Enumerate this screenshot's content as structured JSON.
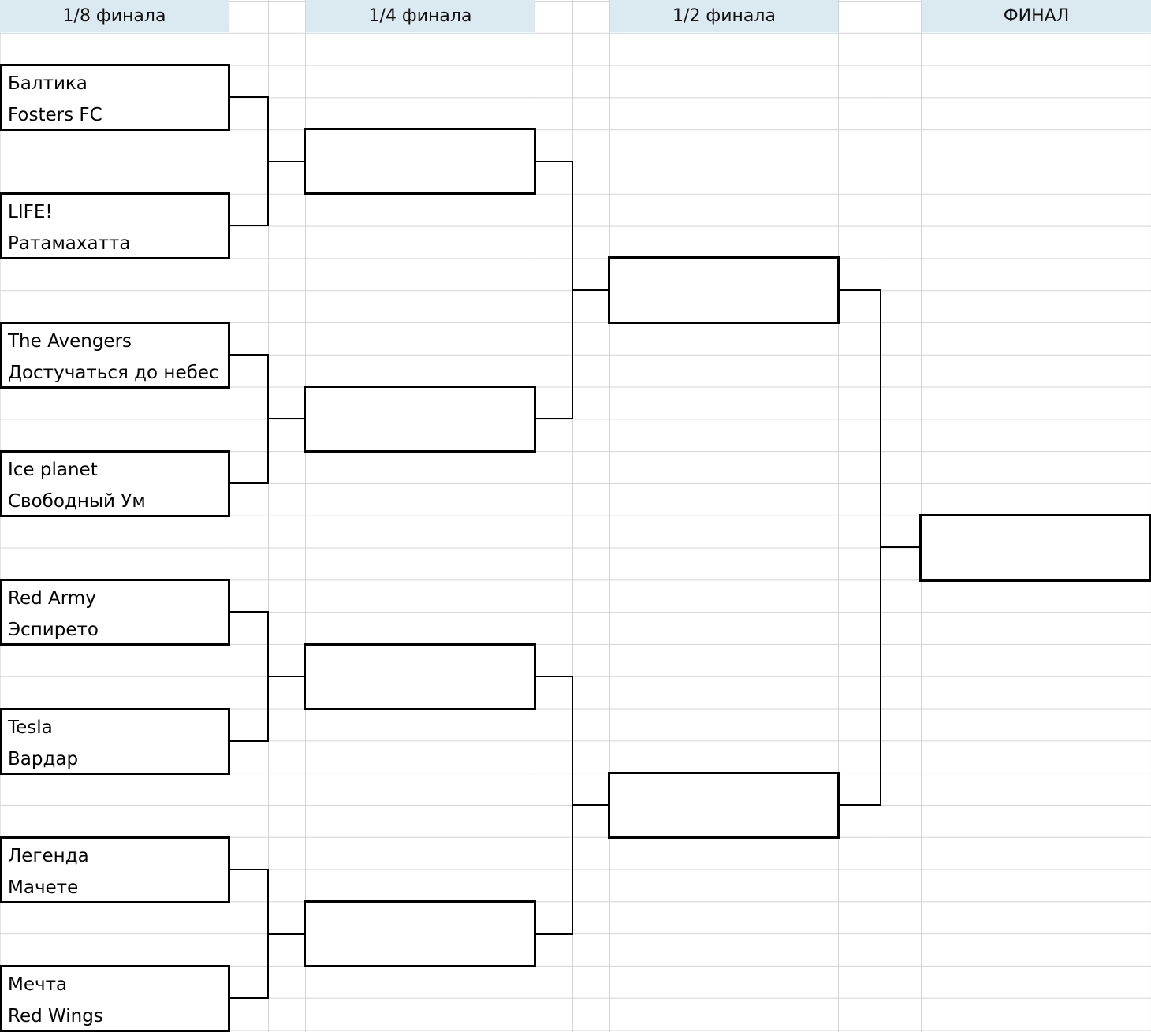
{
  "rounds": [
    {
      "label": "1/8 финала"
    },
    {
      "label": "1/4 финала"
    },
    {
      "label": "1/2 финала"
    },
    {
      "label": "ФИНАЛ"
    }
  ],
  "round_of_16": [
    {
      "team_a": "Балтика",
      "team_b": "Fosters FC"
    },
    {
      "team_a": "LIFE!",
      "team_b": "Ратамахатта"
    },
    {
      "team_a": "The Avengers",
      "team_b": "Достучаться до небес"
    },
    {
      "team_a": "Ice planet",
      "team_b": "Свободный Ум"
    },
    {
      "team_a": "Red Army",
      "team_b": "Эспирето"
    },
    {
      "team_a": "Tesla",
      "team_b": "Вардар"
    },
    {
      "team_a": "Легенда",
      "team_b": "Мачете"
    },
    {
      "team_a": "Мечта",
      "team_b": "Red Wings"
    }
  ],
  "quarterfinals": [
    {
      "winner": ""
    },
    {
      "winner": ""
    },
    {
      "winner": ""
    },
    {
      "winner": ""
    }
  ],
  "semifinals": [
    {
      "winner": ""
    },
    {
      "winner": ""
    }
  ],
  "final": {
    "winner": ""
  },
  "colors": {
    "header_fill": "#dbe9f1",
    "gridline": "#d4d4d4",
    "bracket": "#000000"
  }
}
